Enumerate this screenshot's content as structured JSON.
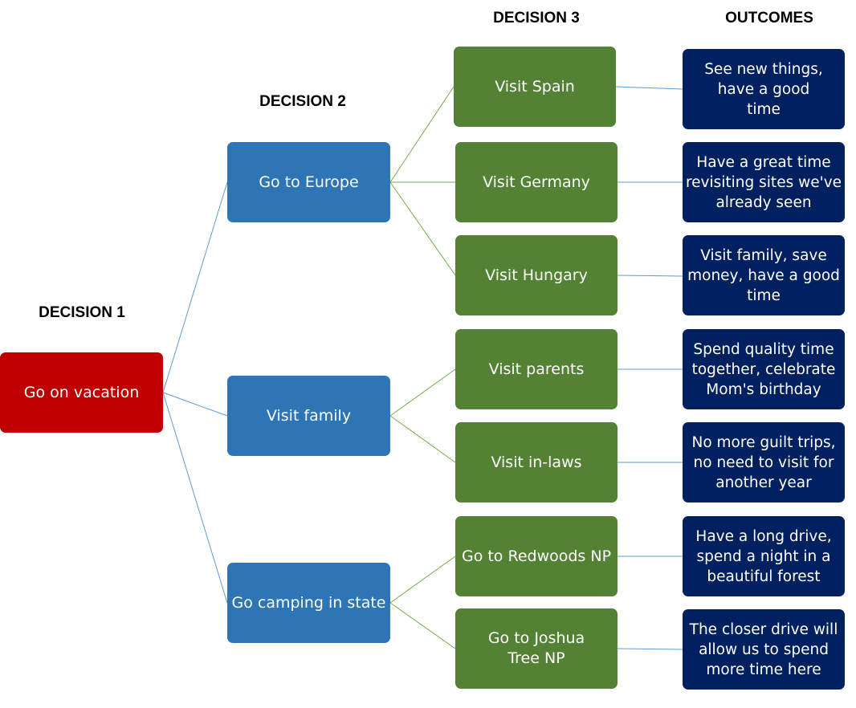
{
  "headings": {
    "decision1": "DECISION 1",
    "decision2": "DECISION 2",
    "decision3": "DECISION 3",
    "outcomes": "OUTCOMES"
  },
  "colors": {
    "decision1_fill": "#c00000",
    "decision2_fill": "#2e75b6",
    "decision3_fill": "#548235",
    "outcome_fill": "#002060",
    "blue_connector": "#5b9bd5",
    "green_connector": "#70ad47"
  },
  "root": {
    "label": "Go on vacation"
  },
  "decision2": [
    {
      "label": "Go to Europe"
    },
    {
      "label": "Visit family"
    },
    {
      "label": "Go camping in state"
    }
  ],
  "decision3": [
    {
      "label": "Visit Spain"
    },
    {
      "label": "Visit Germany"
    },
    {
      "label": "Visit Hungary"
    },
    {
      "label": "Visit parents"
    },
    {
      "label": "Visit in-laws"
    },
    {
      "label": "Go to Redwoods NP"
    },
    {
      "label": "Go to Joshua Tree NP"
    }
  ],
  "outcomes": [
    {
      "label": "See new things, have a good time"
    },
    {
      "label": "Have a great time revisiting sites we've already seen"
    },
    {
      "label": "Visit family, save money, have a good time"
    },
    {
      "label": "Spend quality time together, celebrate Mom's birthday"
    },
    {
      "label": "No more guilt trips, no need to visit for another year"
    },
    {
      "label": "Have a long drive, spend a night in a beautiful forest"
    },
    {
      "label": "The closer drive will allow us to spend more time here"
    }
  ]
}
